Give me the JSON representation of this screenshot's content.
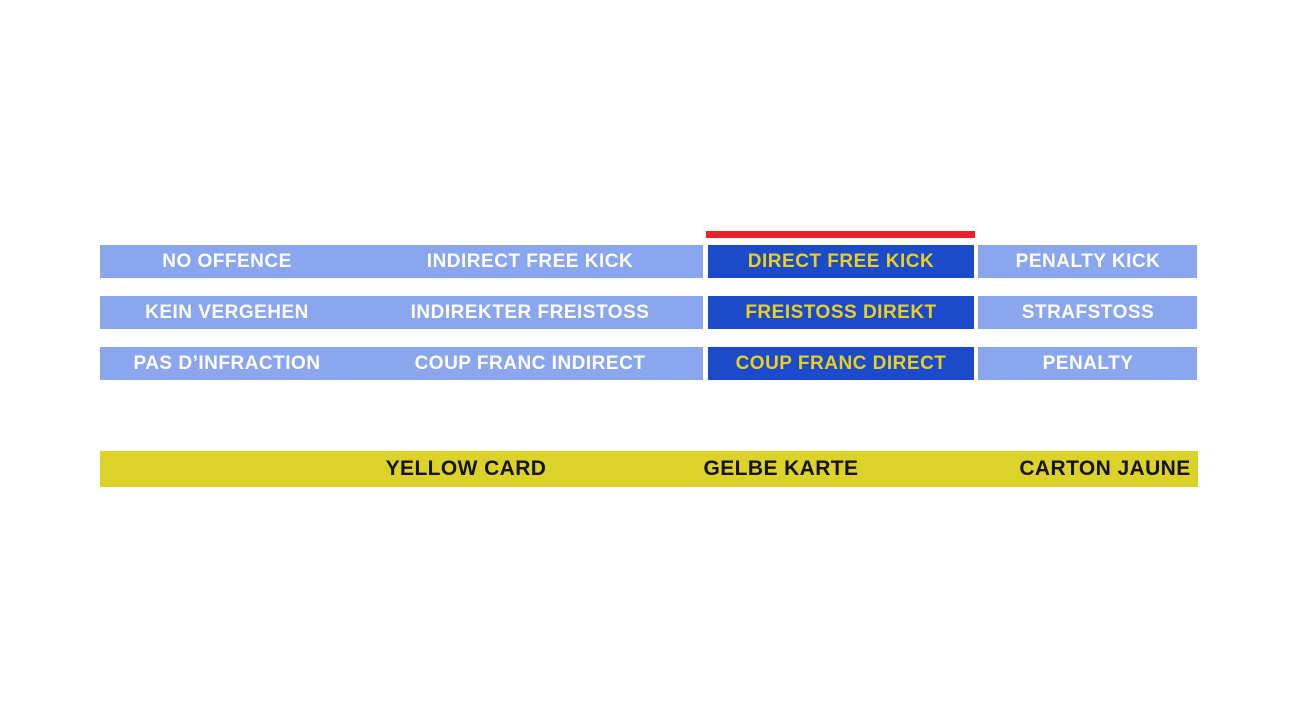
{
  "colors": {
    "option_default_bg": "#8aa6ef",
    "option_selected_bg": "#1b4bcb",
    "option_default_text": "#ffffff",
    "option_selected_text": "#e9d01e",
    "selection_marker": "#e8202b",
    "card_bar_bg": "#dbd22a",
    "card_bar_text": "#16130e"
  },
  "grid": {
    "rows": [
      {
        "cells": [
          {
            "label": "NO OFFENCE",
            "selected": false
          },
          {
            "label": "INDIRECT FREE KICK",
            "selected": false
          },
          {
            "label": "DIRECT FREE KICK",
            "selected": true
          },
          {
            "label": "PENALTY KICK",
            "selected": false
          }
        ]
      },
      {
        "cells": [
          {
            "label": "KEIN VERGEHEN",
            "selected": false
          },
          {
            "label": "INDIREKTER FREISTOSS",
            "selected": false
          },
          {
            "label": "FREISTOSS DIREKT",
            "selected": true
          },
          {
            "label": "STRAFSTOSS",
            "selected": false
          }
        ]
      },
      {
        "cells": [
          {
            "label": "PAS D’INFRACTION",
            "selected": false
          },
          {
            "label": "COUP FRANC INDIRECT",
            "selected": false
          },
          {
            "label": "COUP FRANC DIRECT",
            "selected": true
          },
          {
            "label": "PENALTY",
            "selected": false
          }
        ]
      }
    ]
  },
  "card_bar": {
    "items": [
      {
        "label": "YELLOW CARD"
      },
      {
        "label": "GELBE KARTE"
      },
      {
        "label": "CARTON JAUNE"
      }
    ]
  }
}
